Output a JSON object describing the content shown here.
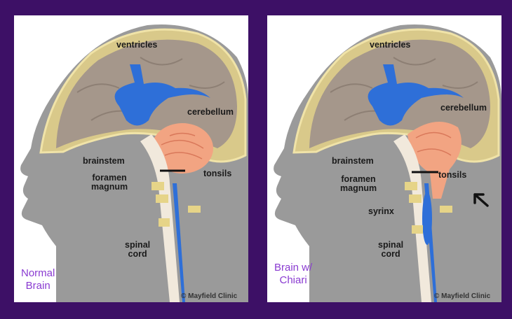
{
  "frame": {
    "background": "#3d1066",
    "caption_color": "#8a3bd1"
  },
  "left_panel": {
    "labels": {
      "ventricles": "ventricles",
      "cerebellum": "cerebellum",
      "brainstem": "brainstem",
      "foramen_magnum": "foramen\nmagnum",
      "tonsils": "tonsils",
      "spinal_cord": "spinal\ncord"
    },
    "caption": "Normal\nBrain",
    "credit": "© Mayfield Clinic"
  },
  "right_panel": {
    "labels": {
      "ventricles": "ventricles",
      "cerebellum": "cerebellum",
      "brainstem": "brainstem",
      "foramen_magnum": "foramen\nmagnum",
      "tonsils": "tonsils",
      "syrinx": "syrinx",
      "spinal_cord": "spinal\ncord"
    },
    "caption": "Brain w/\nChiari",
    "credit": "© Mayfield Clinic",
    "arrow_icon": "arrow-up-left-icon"
  }
}
